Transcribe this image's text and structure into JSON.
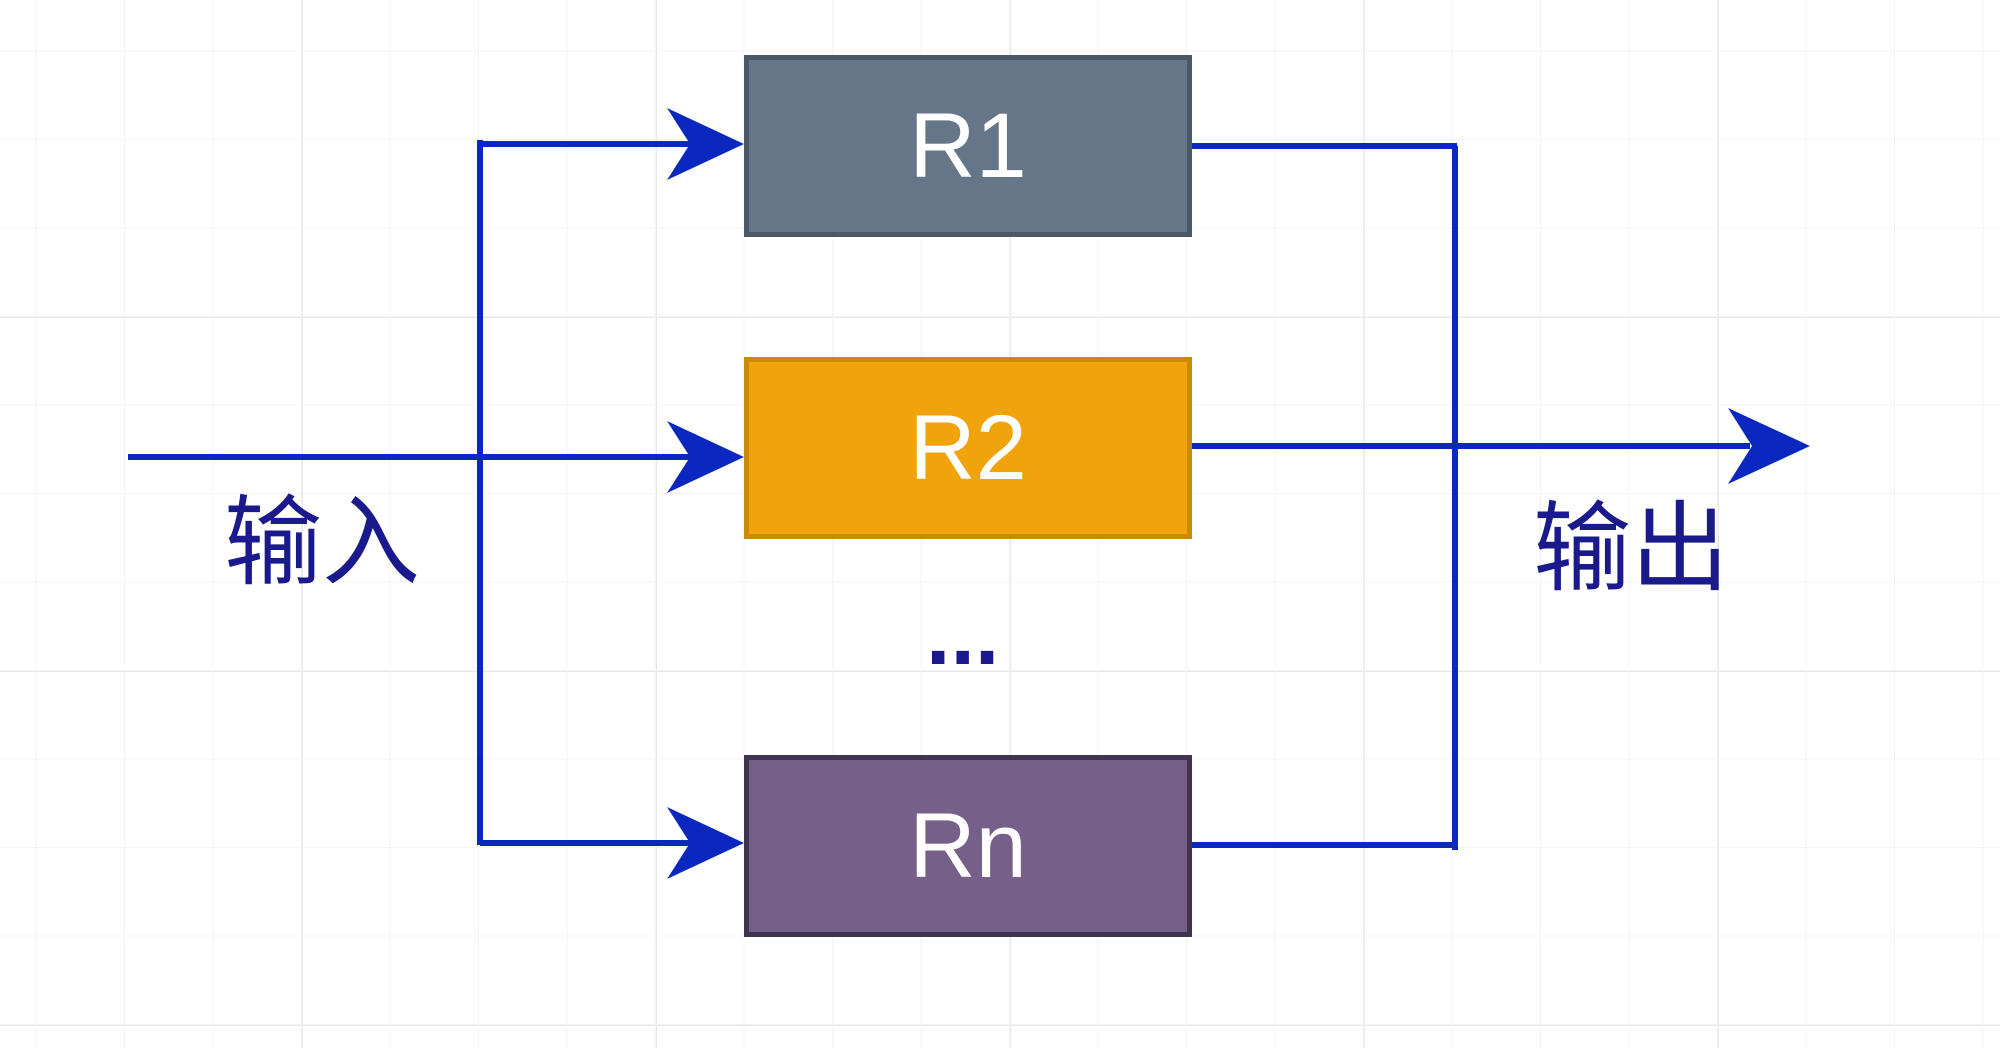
{
  "diagram": {
    "input_label": "输入",
    "output_label": "输出",
    "ellipsis": "...",
    "nodes": [
      {
        "id": "r1",
        "label": "R1",
        "fill": "#647687",
        "border": "#4a5868"
      },
      {
        "id": "r2",
        "label": "R2",
        "fill": "#f0a30a",
        "border": "#c98b08"
      },
      {
        "id": "rn",
        "label": "Rn",
        "fill": "#76608a",
        "border": "#3f3350"
      }
    ],
    "edges": [
      {
        "from": "输入",
        "to": "R1"
      },
      {
        "from": "输入",
        "to": "R2"
      },
      {
        "from": "输入",
        "to": "Rn"
      },
      {
        "from": "R1",
        "to": "输出"
      },
      {
        "from": "R2",
        "to": "输出"
      },
      {
        "from": "Rn",
        "to": "输出"
      }
    ],
    "colors": {
      "wire": "#0a28c0",
      "text": "#1a1a8c",
      "grid": "#e8e8e8"
    }
  }
}
